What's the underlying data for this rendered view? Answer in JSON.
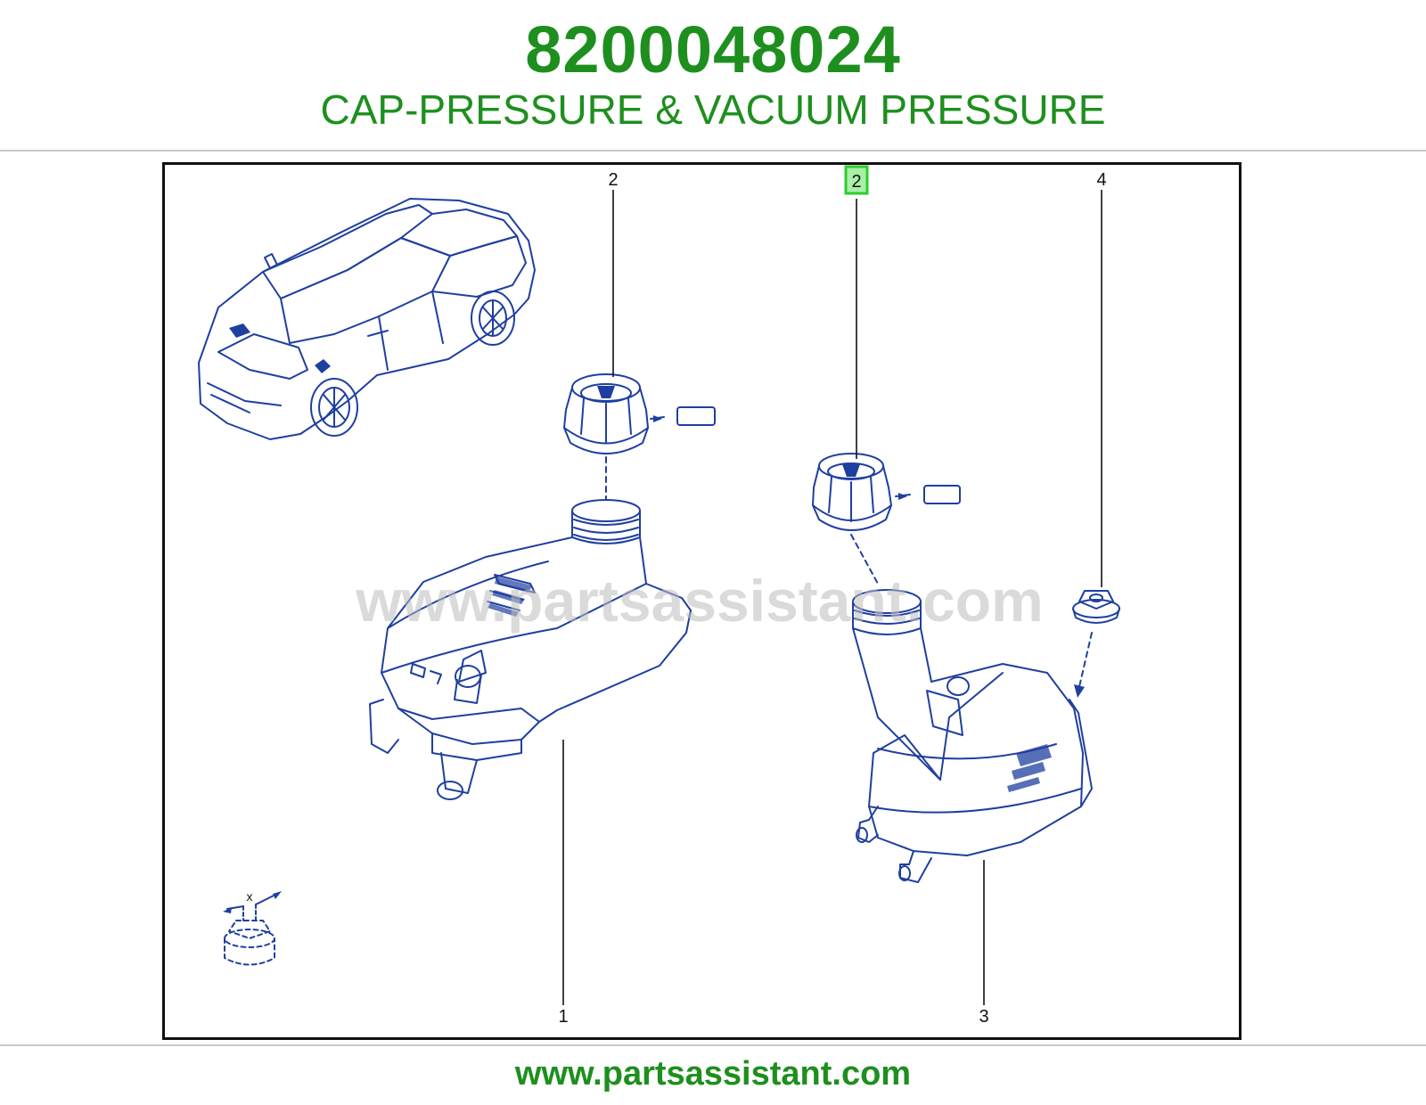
{
  "header": {
    "part_number": "8200048024",
    "description": "CAP-PRESSURE & VACUUM PRESSURE"
  },
  "diagram": {
    "callouts": {
      "cap_left": "2",
      "cap_right": "2",
      "nut": "4",
      "tank_left": "1",
      "tank_right": "3"
    },
    "highlighted_callout": "cap_right",
    "watermark": "www.partsassistant.com",
    "dimension_label": "x",
    "colors": {
      "line_art": "#1f3fa0",
      "highlight": "#2ecc2e",
      "brand_green": "#1e8f1e"
    }
  },
  "footer": {
    "url": "www.partsassistant.com"
  }
}
